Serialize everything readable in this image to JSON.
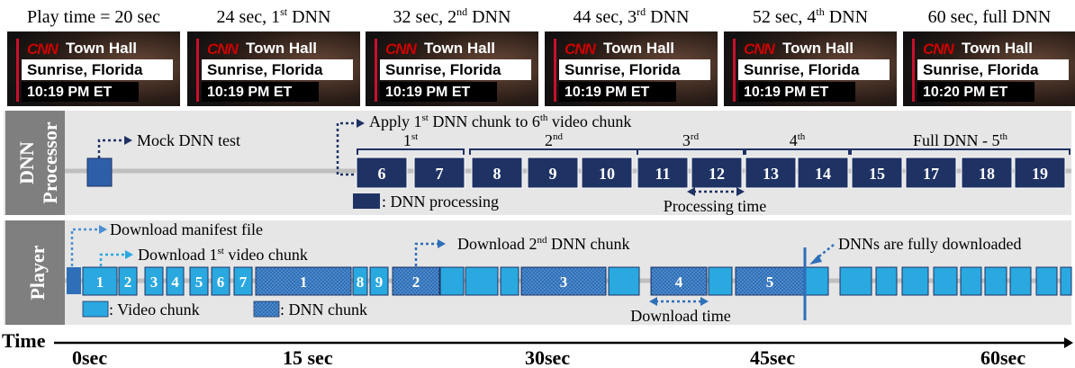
{
  "snapshots": [
    {
      "caption_main": "Play time = 20 sec",
      "caption_sup": "",
      "caption_tail": "",
      "logo": "CNN",
      "line1": "Town Hall",
      "line2": "Sunrise, Florida",
      "line3": "10:19 PM ET"
    },
    {
      "caption_main": "24 sec, 1",
      "caption_sup": "st",
      "caption_tail": " DNN",
      "logo": "CNN",
      "line1": "Town Hall",
      "line2": "Sunrise, Florida",
      "line3": "10:19 PM ET"
    },
    {
      "caption_main": "32 sec, 2",
      "caption_sup": "nd",
      "caption_tail": " DNN",
      "logo": "CNN",
      "line1": "Town Hall",
      "line2": "Sunrise, Florida",
      "line3": "10:19 PM ET"
    },
    {
      "caption_main": "44 sec, 3",
      "caption_sup": "rd",
      "caption_tail": " DNN",
      "logo": "CNN",
      "line1": "Town Hall",
      "line2": "Sunrise, Florida",
      "line3": "10:19 PM ET"
    },
    {
      "caption_main": "52 sec, 4",
      "caption_sup": "th",
      "caption_tail": " DNN",
      "logo": "CNN",
      "line1": "Town Hall",
      "line2": "Sunrise, Florida",
      "line3": "10:19 PM ET"
    },
    {
      "caption_main": "60 sec, full DNN",
      "caption_sup": "",
      "caption_tail": "",
      "logo": "CNN",
      "line1": "Town Hall",
      "line2": "Sunrise, Florida",
      "line3": "10:20 PM ET"
    }
  ],
  "processor": {
    "label_line1": "DNN",
    "label_line2": "Processor",
    "mock_test": "Mock DNN test",
    "apply_pre": "Apply 1",
    "apply_sup1": "st",
    "apply_mid": " DNN chunk to 6",
    "apply_sup2": "th",
    "apply_post": " video chunk",
    "groups": [
      {
        "pre": "1",
        "sup": "st",
        "post": ""
      },
      {
        "pre": "2",
        "sup": "nd",
        "post": ""
      },
      {
        "pre": "3",
        "sup": "rd",
        "post": ""
      },
      {
        "pre": "4",
        "sup": "th",
        "post": ""
      },
      {
        "pre": "Full DNN - 5",
        "sup": "th",
        "post": ""
      }
    ],
    "chunks": [
      "6",
      "7",
      "8",
      "9",
      "10",
      "11",
      "12",
      "13",
      "14",
      "15",
      "17",
      "18",
      "19"
    ],
    "legend": ": DNN processing",
    "processing_time": "Processing time"
  },
  "player": {
    "label": "Player",
    "download_manifest": "Download manifest file",
    "download_video_pre": "Download 1",
    "download_video_sup": "st",
    "download_video_post": " video chunk",
    "download_dnn_pre": "Download 2",
    "download_dnn_sup": "nd",
    "download_dnn_post": " DNN chunk",
    "fully_downloaded": "DNNs are fully downloaded",
    "video_numbers": [
      "1",
      "2",
      "3",
      "4",
      "5",
      "6",
      "7",
      "8",
      "9"
    ],
    "dnn_numbers": [
      "1",
      "2",
      "3",
      "4",
      "5"
    ],
    "legend_video": ": Video chunk",
    "legend_dnn": ": DNN chunk",
    "download_time": "Download time"
  },
  "timeline": {
    "label": "Time",
    "ticks": [
      "0sec",
      "15 sec",
      "30sec",
      "45sec",
      "60sec"
    ]
  },
  "colors": {
    "dark_navy": "#1f3264",
    "cyan": "#2aa8e0",
    "dnn_blue": "#2e6fb8",
    "panel_gray": "#e6e6e6",
    "label_gray": "#7f7f7f",
    "arrow_blue": "#4a8fd0"
  }
}
